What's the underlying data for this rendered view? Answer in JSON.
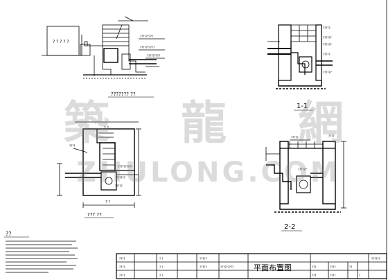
{
  "drawing": {
    "labels": {
      "section_1_1": "1-1",
      "section_2_2": "2-2",
      "top_section": "??????? ??",
      "plan_view": "??? ??",
      "notes_title": "??",
      "title_block_main": "平面布置图"
    },
    "watermark": {
      "chinese": "築 龍 網",
      "latin": "ZHULONG.COM"
    }
  }
}
